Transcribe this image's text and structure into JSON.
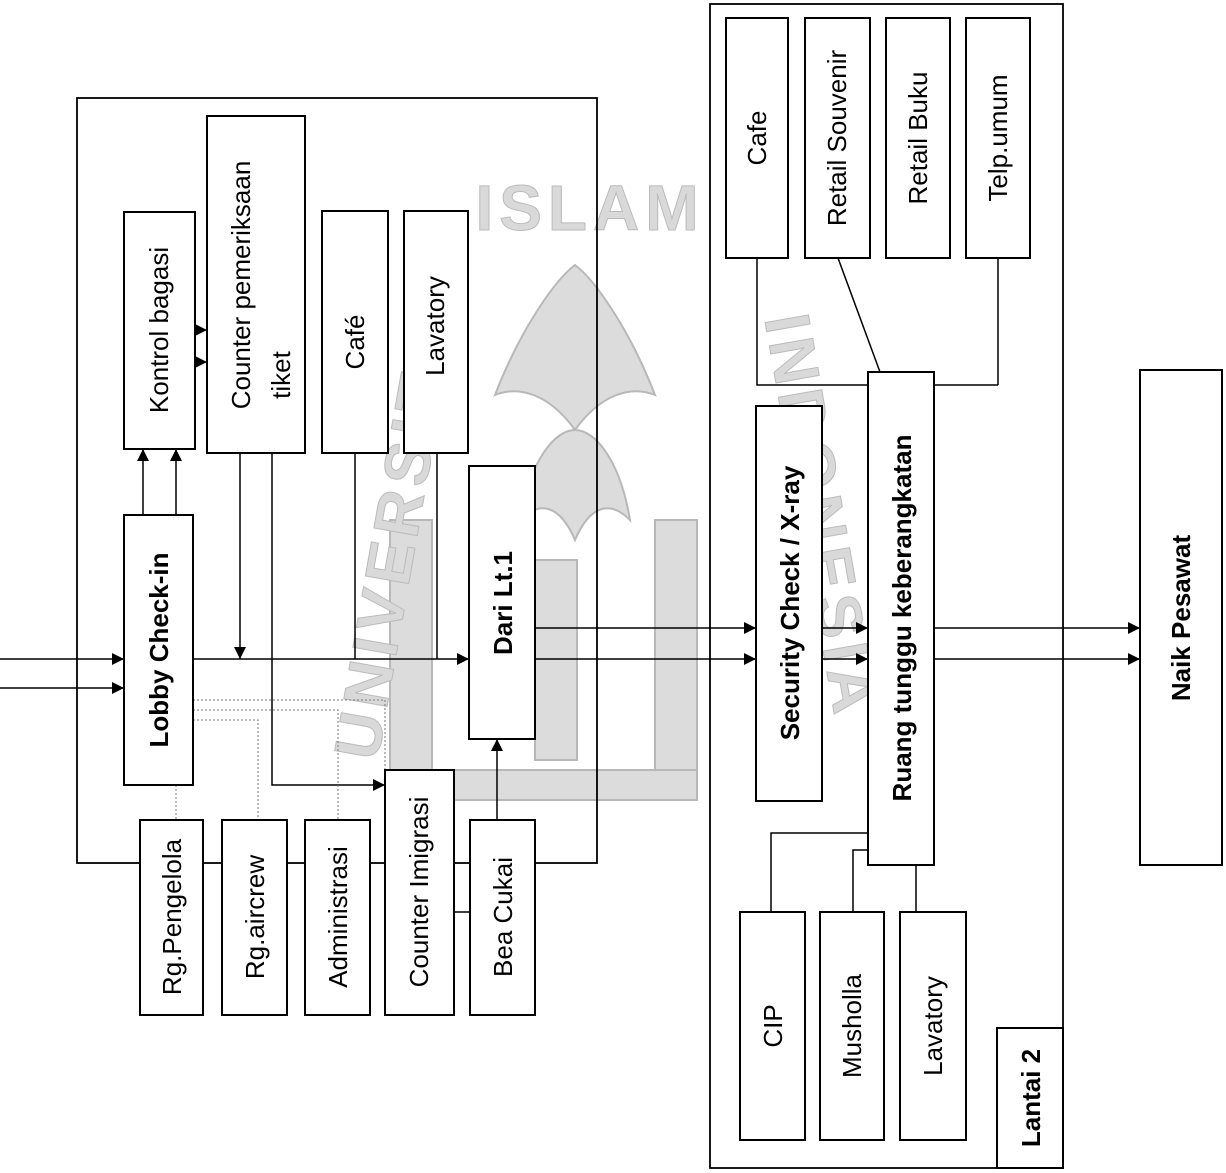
{
  "watermark": {
    "top_text": "ISLAM",
    "left_text": "UNIVERSITAS",
    "right_text": "INDONESIA"
  },
  "boxes": {
    "lobby_checkin": "Lobby Check-in",
    "kontrol_bagasi": "Kontrol bagasi",
    "counter_tiket_line1": "Counter pemeriksaan",
    "counter_tiket_line2": "tiket",
    "cafe_lt1": "Café",
    "lavatory_lt1": "Lavatory",
    "dari_lt1": "Dari Lt.1",
    "rg_pengelola": "Rg.Pengelola",
    "rg_aircrew": "Rg.aircrew",
    "administrasi": "Administrasi",
    "counter_imigrasi": "Counter Imigrasi",
    "bea_cukai": "Bea Cukai",
    "cafe_lt2": "Cafe",
    "retail_souvenir": "Retail Souvenir",
    "retail_buku": "Retail Buku",
    "telp_umum": "Telp.umum",
    "security_check": "Security Check / X-ray",
    "ruang_tunggu": "Ruang tunggu keberangkatan",
    "cip": "CIP",
    "musholla": "Musholla",
    "lavatory_lt2": "Lavatory",
    "lantai_2": "Lantai 2",
    "naik_pesawat": "Naik Pesawat"
  }
}
